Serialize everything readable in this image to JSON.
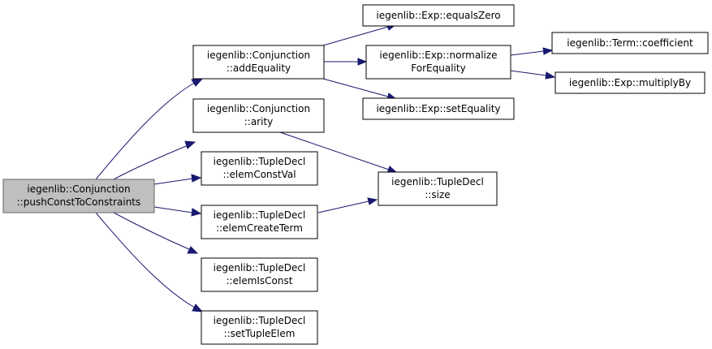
{
  "nodes": {
    "root": {
      "line1": "iegenlib::Conjunction",
      "line2": "::pushConstToConstraints"
    },
    "addEquality": {
      "line1": "iegenlib::Conjunction",
      "line2": "::addEquality"
    },
    "arity": {
      "line1": "iegenlib::Conjunction",
      "line2": "::arity"
    },
    "elemConstVal": {
      "line1": "iegenlib::TupleDecl",
      "line2": "::elemConstVal"
    },
    "elemCreateTerm": {
      "line1": "iegenlib::TupleDecl",
      "line2": "::elemCreateTerm"
    },
    "elemIsConst": {
      "line1": "iegenlib::TupleDecl",
      "line2": "::elemIsConst"
    },
    "setTupleElem": {
      "line1": "iegenlib::TupleDecl",
      "line2": "::setTupleElem"
    },
    "equalsZero": {
      "line1": "iegenlib::Exp::equalsZero"
    },
    "normalizeForEquality": {
      "line1": "iegenlib::Exp::normalize",
      "line2": "ForEquality"
    },
    "setEquality": {
      "line1": "iegenlib::Exp::setEquality"
    },
    "size": {
      "line1": "iegenlib::TupleDecl",
      "line2": "::size"
    },
    "coefficient": {
      "line1": "iegenlib::Term::coefficient"
    },
    "multiplyBy": {
      "line1": "iegenlib::Exp::multiplyBy"
    }
  },
  "colors": {
    "edge": "#191970",
    "root_fill": "#bfbfbf",
    "root_stroke": "#666666",
    "node_fill": "#ffffff",
    "node_stroke": "#000000"
  }
}
